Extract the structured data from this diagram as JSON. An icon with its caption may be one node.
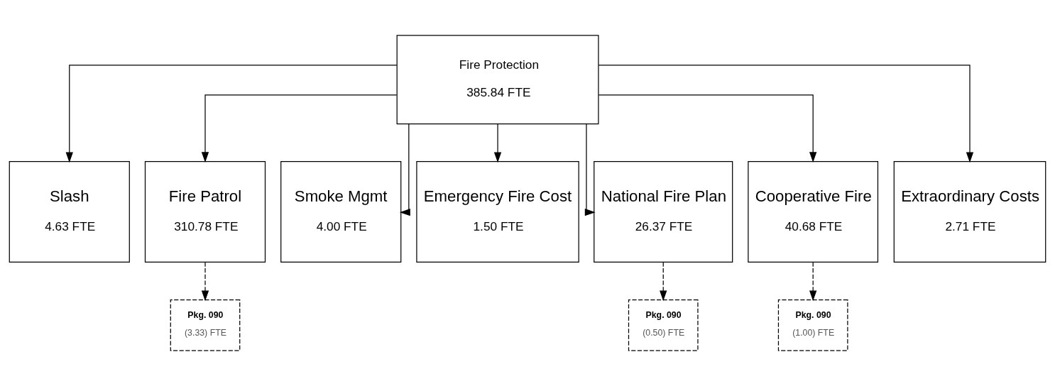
{
  "diagram": {
    "nodes": [
      {
        "text": [
          "Fire Protection",
          "385.84 FTE"
        ]
      },
      {
        "text": [
          "Slash",
          "4.63 FTE"
        ]
      },
      {
        "text": [
          "Fire Patrol",
          "310.78 FTE"
        ]
      },
      {
        "text": [
          "Smoke Mgmt",
          "4.00 FTE"
        ]
      },
      {
        "text": [
          "Emergency Fire Cost",
          "1.50 FTE"
        ]
      },
      {
        "text": [
          "National Fire Plan",
          "26.37 FTE"
        ]
      },
      {
        "text": [
          "Cooperative Fire",
          "40.68 FTE"
        ]
      },
      {
        "text": [
          "Extraordinary Costs",
          "2.71 FTE"
        ]
      },
      {
        "text": [
          "Pkg. 090",
          "(3.33) FTE"
        ]
      },
      {
        "text": [
          "Pkg. 090",
          "(0.50) FTE"
        ]
      },
      {
        "text": [
          "Pkg. 090",
          "(1.00) FTE"
        ]
      }
    ],
    "edges": [
      {
        "from": 0,
        "to": 1,
        "arrow": "to"
      },
      {
        "from": 0,
        "to": 2,
        "arrow": "to"
      },
      {
        "from": 0,
        "to": 3,
        "arrow": "to"
      },
      {
        "from": 0,
        "to": 4,
        "arrow": "to"
      },
      {
        "from": 0,
        "to": 5,
        "arrow": "to"
      },
      {
        "from": 0,
        "to": 6,
        "arrow": "to"
      },
      {
        "from": 0,
        "to": 7,
        "arrow": "to"
      },
      {
        "from": 2,
        "to": 8,
        "arrow": "to",
        "style": "dashed"
      },
      {
        "from": 5,
        "to": 9,
        "arrow": "to",
        "style": "dashed"
      },
      {
        "from": 6,
        "to": 10,
        "arrow": "to",
        "style": "dashed"
      }
    ]
  }
}
